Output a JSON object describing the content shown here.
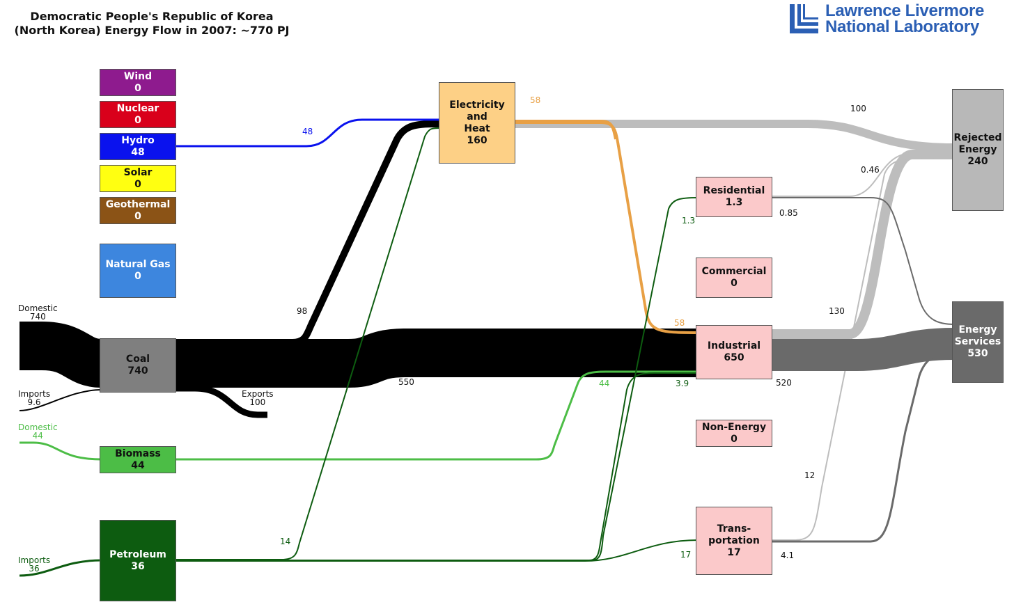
{
  "title": {
    "line1": "Democratic People's Republic of Korea",
    "line2": "(North Korea) Energy Flow in 2007: ~770 PJ"
  },
  "logo": {
    "line1": "Lawrence Livermore",
    "line2": "National Laboratory",
    "color": "#2b5fb4"
  },
  "nodes": {
    "wind": {
      "name": "Wind",
      "value": "0",
      "color": "#8e1b8e"
    },
    "nuclear": {
      "name": "Nuclear",
      "value": "0",
      "color": "#d9001b"
    },
    "hydro": {
      "name": "Hydro",
      "value": "48",
      "color": "#0a12ee"
    },
    "solar": {
      "name": "Solar",
      "value": "0",
      "color": "#ffff11"
    },
    "geothermal": {
      "name": "Geothermal",
      "value": "0",
      "color": "#8b5316"
    },
    "natural_gas": {
      "name": "Natural Gas",
      "value": "0",
      "color": "#3d86de"
    },
    "coal": {
      "name": "Coal",
      "value": "740",
      "color": "#7f7f7f"
    },
    "biomass": {
      "name": "Biomass",
      "value": "44",
      "color": "#4cbd46"
    },
    "petroleum": {
      "name": "Petroleum",
      "value": "36",
      "color": "#0d5c10"
    },
    "electricity": {
      "name_lines": [
        "Electricity",
        "and",
        "Heat"
      ],
      "value": "160",
      "color": "#fdd086"
    },
    "residential": {
      "name": "Residential",
      "value": "1.3",
      "color": "#fbc9ca"
    },
    "commercial": {
      "name": "Commercial",
      "value": "0",
      "color": "#fbc9ca"
    },
    "industrial": {
      "name": "Industrial",
      "value": "650",
      "color": "#fbc9ca"
    },
    "non_energy": {
      "name": "Non-Energy",
      "value": "0",
      "color": "#fbc9ca"
    },
    "transportation": {
      "name_lines": [
        "Trans-",
        "portation"
      ],
      "value": "17",
      "color": "#fbc9ca"
    },
    "rejected": {
      "name_lines": [
        "Rejected",
        "Energy"
      ],
      "value": "240",
      "color": "#b8b8b8"
    },
    "services": {
      "name_lines": [
        "Energy",
        "Services"
      ],
      "value": "530",
      "color": "#6a6a6a"
    }
  },
  "sources": {
    "coal_domestic": {
      "label": "Domestic",
      "value": "740"
    },
    "coal_imports": {
      "label": "Imports",
      "value": "9.6"
    },
    "coal_exports": {
      "label": "Exports",
      "value": "100"
    },
    "biomass_domestic": {
      "label": "Domestic",
      "value": "44"
    },
    "petroleum_imports": {
      "label": "Imports",
      "value": "36"
    }
  },
  "flow_labels": {
    "hydro_elec": "48",
    "coal_elec": "98",
    "coal_ind": "550",
    "elec_rej": "58",
    "elec_rej_total": "100",
    "elec_ind": "58",
    "res_rej": "0.46",
    "res_svc": "0.85",
    "pet_res": "1.3",
    "bio_ind": "44",
    "pet_ind": "3.9",
    "ind_rej": "130",
    "ind_svc": "520",
    "pet_elec": "14",
    "pet_trans": "17",
    "trans_rej": "12",
    "trans_svc": "4.1"
  },
  "colors": {
    "coal_flow": "#000000",
    "hydro_flow": "#0a12ee",
    "elec_flow": "#e8a045",
    "biomass_flow": "#4cbd46",
    "petroleum_flow": "#0d5c10",
    "rejected_flow": "#bdbdbd",
    "services_flow": "#6a6a6a",
    "elec_label": "#e8a045",
    "hydro_label": "#0a12ee",
    "biomass_label": "#4cbd46",
    "petroleum_label": "#0d5c10"
  }
}
